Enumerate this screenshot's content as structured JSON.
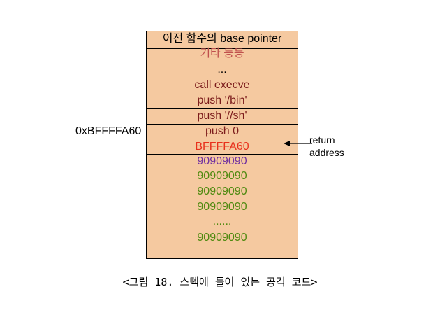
{
  "stack": {
    "rows": [
      {
        "text": "이전 함수의 base pointer",
        "color": "#000000"
      },
      {
        "text": "기타 등등",
        "color": "#c0504d"
      },
      {
        "text": "...",
        "color": "#000000"
      },
      {
        "text": "call execve",
        "color": "#7b1b1b"
      },
      {
        "text": "push '/bin'",
        "color": "#7b1b1b"
      },
      {
        "text": "push '//sh'",
        "color": "#7b1b1b"
      },
      {
        "text": "push 0",
        "color": "#7b1b1b"
      },
      {
        "text": "BFFFFA60",
        "color": "#e8301c"
      },
      {
        "text": "90909090",
        "color": "#7030a0"
      },
      {
        "text": "90909090",
        "color": "#4f8a10"
      },
      {
        "text": "90909090",
        "color": "#4f8a10"
      },
      {
        "text": "90909090",
        "color": "#4f8a10"
      },
      {
        "text": "......",
        "color": "#4f8a10"
      },
      {
        "text": "90909090",
        "color": "#4f8a10"
      }
    ]
  },
  "address_label": "0xBFFFFA60",
  "return_label": {
    "line1": "return",
    "line2": "address"
  },
  "caption": "<그림 18. 스텍에 들어 있는 공격 코드>"
}
